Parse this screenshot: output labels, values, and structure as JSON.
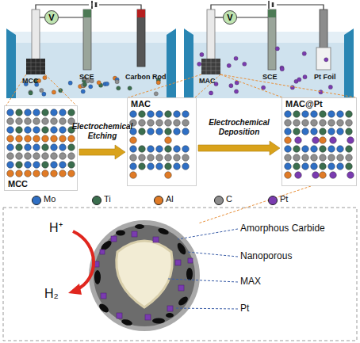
{
  "diagram": {
    "nodes": [
      {
        "text": [
          "V"
        ]
      },
      {
        "text": [
          "V"
        ]
      },
      {
        "text": [
          "MCC"
        ]
      },
      {
        "text": [
          "MAC"
        ]
      },
      {
        "text": [
          "MAC@Pt"
        ]
      }
    ],
    "edges": [
      {
        "from": 2,
        "to": 3,
        "label": "Electrochemical Etching",
        "arrow": "to"
      },
      {
        "from": 3,
        "to": 4,
        "label": "Electrochemical Deposition",
        "arrow": "to"
      }
    ],
    "labels": [
      "MCC",
      "SCE",
      "Carbon Rod",
      "MAC",
      "SCE",
      "Pt Foil",
      "H⁺",
      "H₂",
      "Amorphous Carbide",
      "Nanoporous",
      "MAX",
      "Pt"
    ],
    "legend": [
      {
        "text": "Mo",
        "color": "#2f6fc4"
      },
      {
        "text": "Ti",
        "color": "#3b6e4e"
      },
      {
        "text": "Al",
        "color": "#e07b26"
      },
      {
        "text": "C",
        "color": "#8e8e8e"
      },
      {
        "text": "Pt",
        "color": "#7a3bb0"
      }
    ]
  }
}
